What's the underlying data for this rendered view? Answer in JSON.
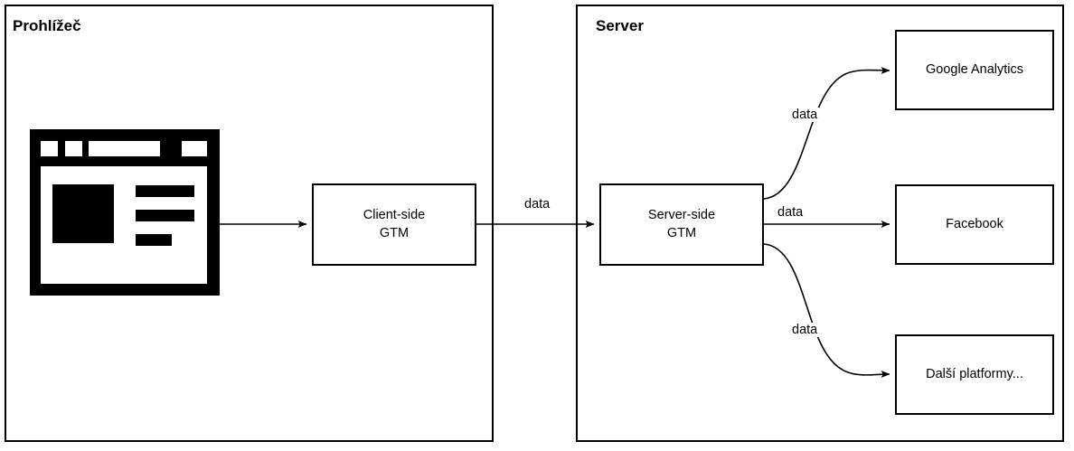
{
  "diagram": {
    "type": "flow-diagram",
    "title_browser": "Prohlížeč",
    "title_server": "Server",
    "nodes": {
      "browser_icon": "browser-window-icon",
      "client_gtm": "Client-side\nGTM",
      "client_gtm_line1": "Client-side",
      "client_gtm_line2": "GTM",
      "server_gtm_line1": "Server-side",
      "server_gtm_line2": "GTM",
      "google_analytics": "Google Analytics",
      "facebook": "Facebook",
      "other_platforms": "Další platformy..."
    },
    "edges": {
      "browser_to_client": "",
      "client_to_server": "data",
      "server_to_ga": "data",
      "server_to_fb": "data",
      "server_to_other": "data"
    },
    "colors": {
      "stroke": "#000000",
      "fill": "#ffffff",
      "text": "#000000"
    }
  }
}
